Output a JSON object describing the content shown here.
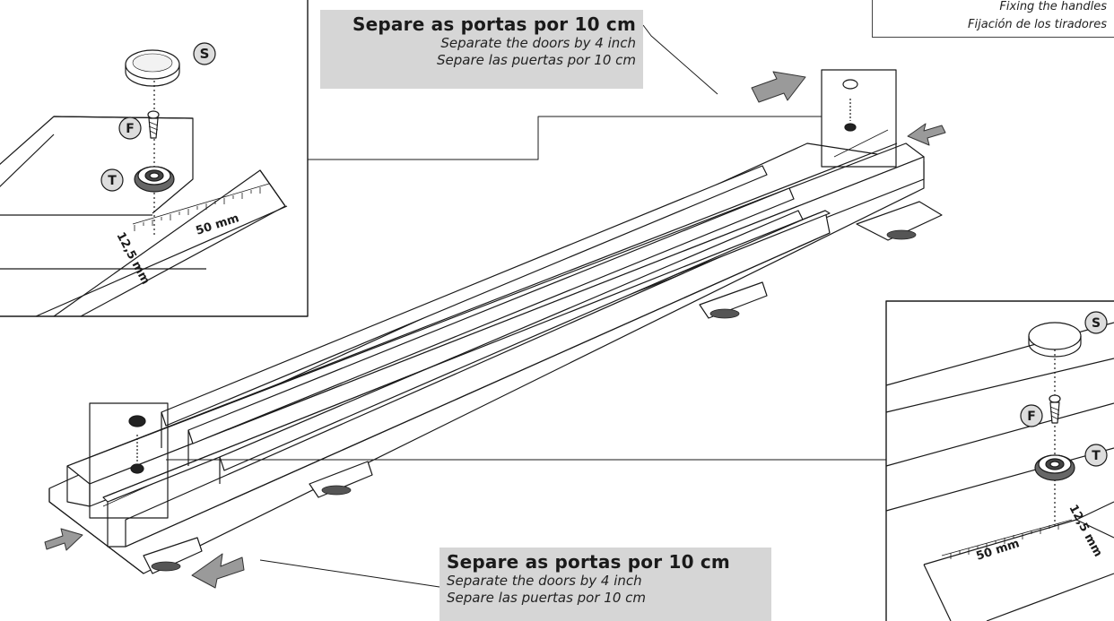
{
  "header": {
    "title_en": "Fixing the handles",
    "title_es": "Fijación de los tiradores"
  },
  "notes": {
    "top": {
      "pt": "Separe as portas por 10 cm",
      "en": "Separate the doors by 4 inch",
      "es": "Separe las puertas por 10 cm"
    },
    "bottom": {
      "pt": "Separe as portas por 10 cm",
      "en": "Separate the doors by 4 inch",
      "es": "Separe las puertas por 10 cm"
    }
  },
  "parts": {
    "cap": "S",
    "screw": "F",
    "handle": "T"
  },
  "ruler": {
    "offset_label": "12,5 mm",
    "length_label": "50 mm"
  },
  "colors": {
    "background": "#ffffff",
    "label_box": "#d6d6d6",
    "arrow_fill": "#9a9a9a",
    "line": "#1a1a1a"
  },
  "icons": [
    "arrow-right-icon",
    "arrow-left-icon",
    "cap-icon",
    "screw-icon",
    "handle-base-icon",
    "ruler-icon"
  ]
}
